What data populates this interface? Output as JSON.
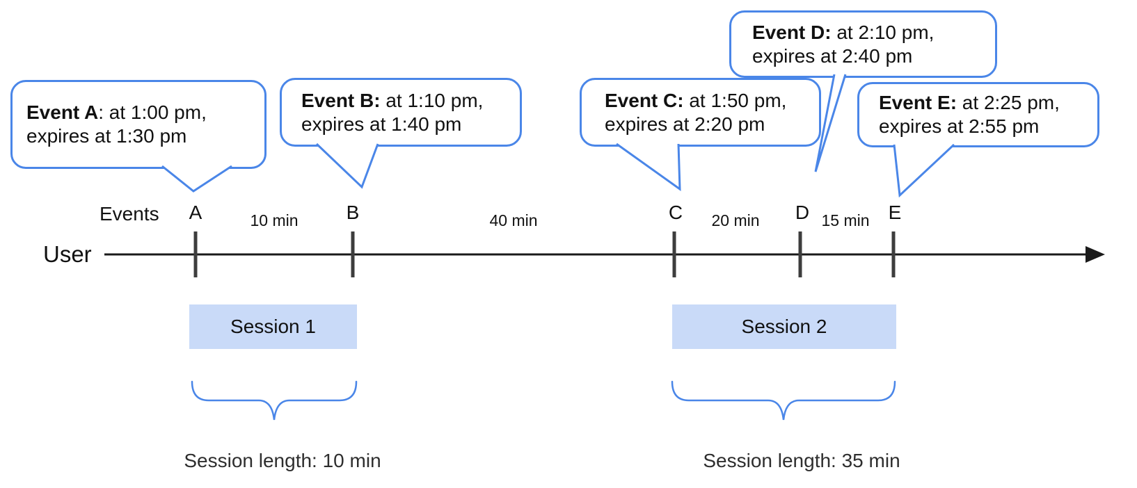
{
  "diagram": {
    "title_hint": "Event/session timeline",
    "colors": {
      "accent_blue": "#4a86e8",
      "session_fill": "#c9daf8",
      "tick_gray": "#3d3d3d",
      "axis_black": "#1a1a1a"
    },
    "events_axis_label": "Events",
    "user_label": "User",
    "bubbles": [
      {
        "id": "A",
        "bold": "Event A",
        "rest": ": at 1:00 pm,",
        "line2": "expires at 1:30 pm"
      },
      {
        "id": "B",
        "bold": "Event B:",
        "rest": " at 1:10 pm,",
        "line2": "expires at 1:40 pm"
      },
      {
        "id": "C",
        "bold": "Event C:",
        "rest": " at 1:50 pm,",
        "line2": "expires at 2:20 pm"
      },
      {
        "id": "D",
        "bold": "Event D:",
        "rest": " at 2:10 pm,",
        "line2": "expires at 2:40 pm"
      },
      {
        "id": "E",
        "bold": "Event E:",
        "rest": " at 2:25 pm,",
        "line2": "expires at 2:55 pm"
      }
    ],
    "event_marks": [
      "A",
      "B",
      "C",
      "D",
      "E"
    ],
    "intervals": [
      "10 min",
      "40 min",
      "20 min",
      "15 min"
    ],
    "sessions": [
      {
        "label": "Session 1",
        "length_label": "Session length: 10 min"
      },
      {
        "label": "Session 2",
        "length_label": "Session length: 35 min"
      }
    ]
  }
}
